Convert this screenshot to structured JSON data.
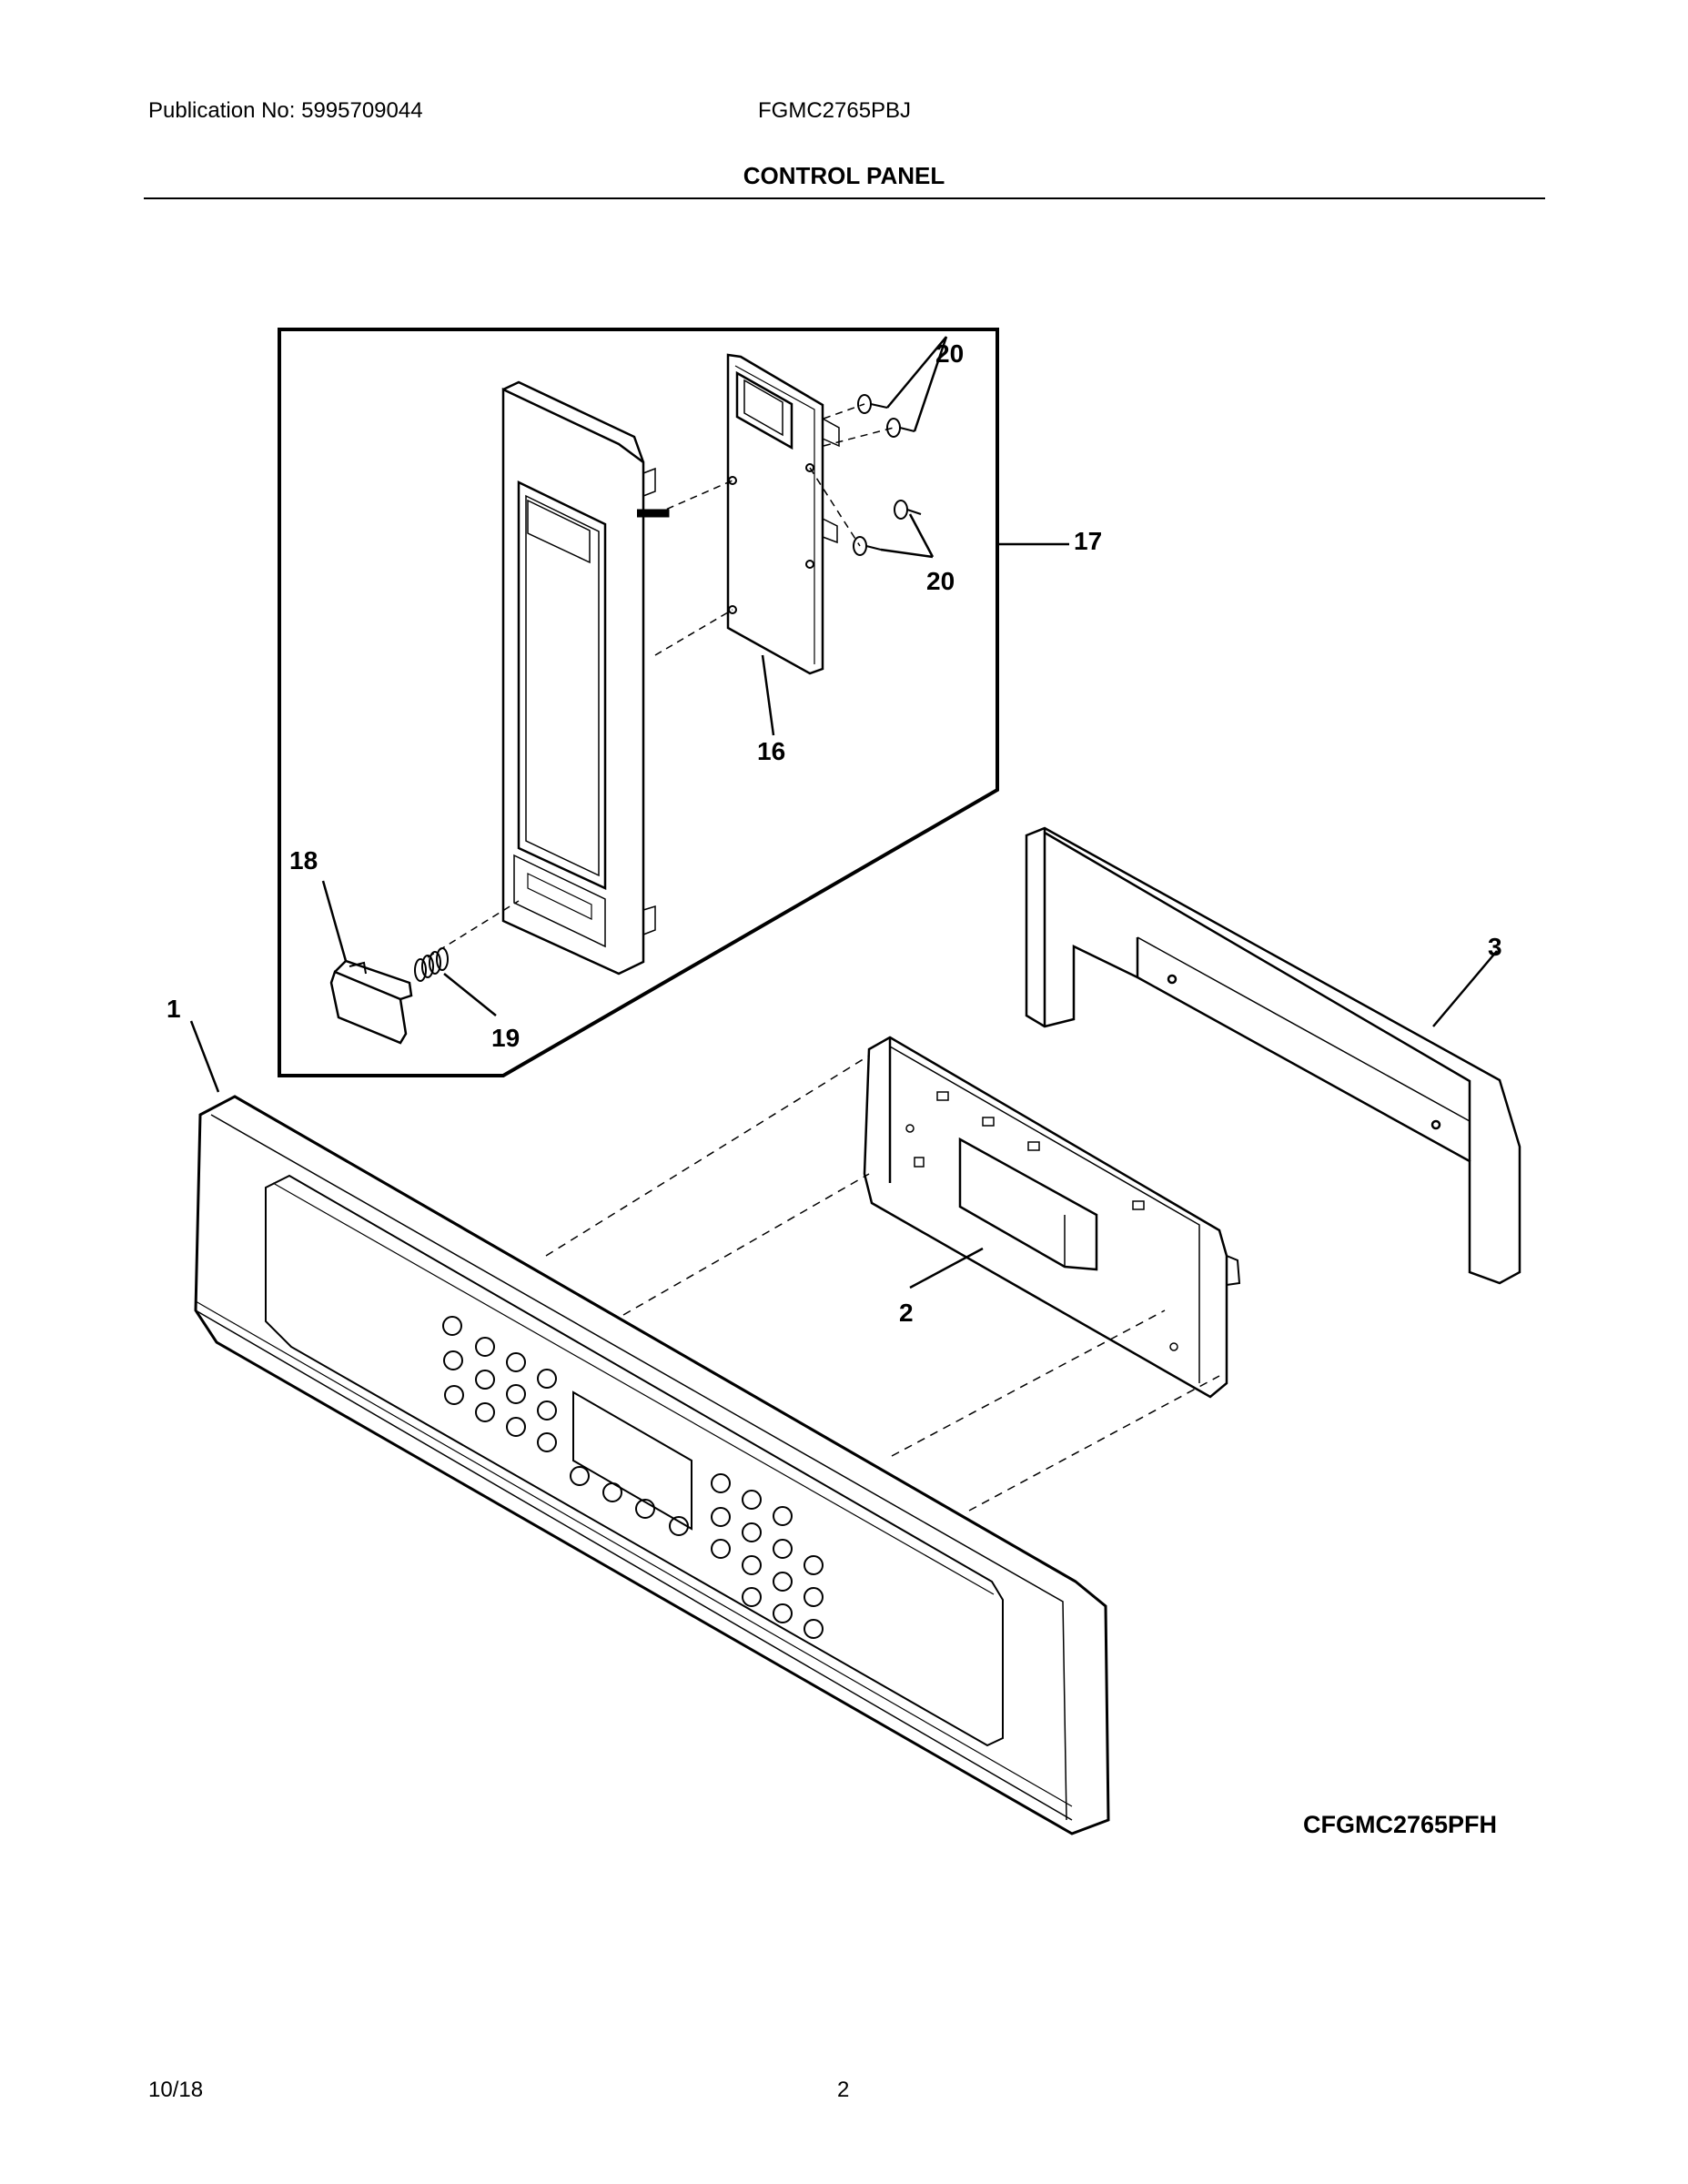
{
  "header": {
    "publication": "Publication No:  5995709044",
    "model": "FGMC2765PBJ",
    "title": "CONTROL PANEL"
  },
  "callouts": {
    "c1": "1",
    "c2": "2",
    "c3": "3",
    "c16": "16",
    "c17": "17",
    "c18": "18",
    "c19": "19",
    "c20a": "20",
    "c20b": "20"
  },
  "diagram_code": "CFGMC2765PFH",
  "footer": {
    "date": "10/18",
    "page": "2"
  }
}
